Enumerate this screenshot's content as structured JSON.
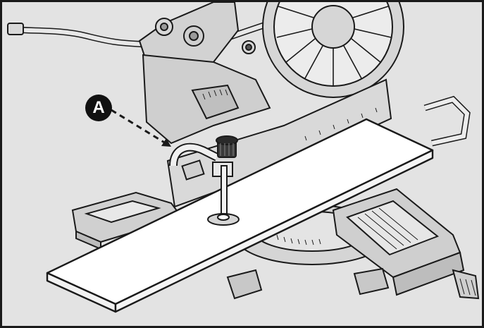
{
  "figure": {
    "callout": {
      "label": "A"
    },
    "colors": {
      "background": "#e3e3e3",
      "line": "#1a1a1a",
      "saw_body": "#d2d2d2",
      "board": "#ffffff",
      "callout_fill": "#111111"
    },
    "parts": [
      "miter-saw",
      "blade-guard",
      "fence",
      "turntable",
      "extension-wings",
      "hold-down-clamp",
      "workpiece-board"
    ]
  }
}
